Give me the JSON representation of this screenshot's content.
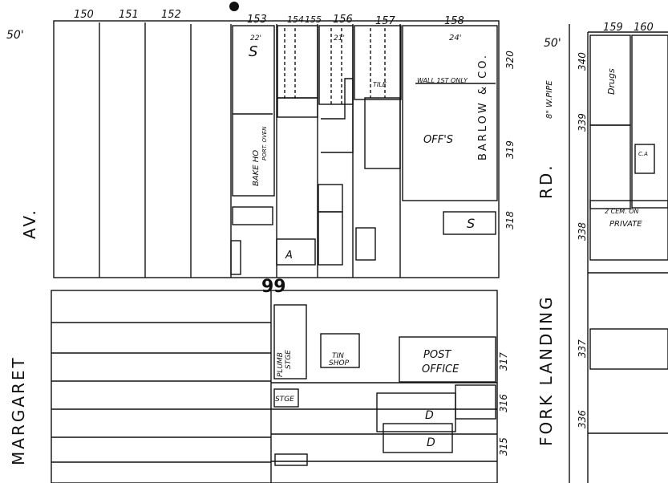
{
  "streets": {
    "left_av": "AV.",
    "margaret": "MARGARET",
    "road_rd": "RD.",
    "fork_landing": "FORK LANDING"
  },
  "block": {
    "number": "99"
  },
  "widths": {
    "left": "50'",
    "right": "50'"
  },
  "lots_top": {
    "l150": "150",
    "l151": "151",
    "l152": "152",
    "l153": "153",
    "l154": "154",
    "l155": "155",
    "l156": "156",
    "l157": "157",
    "l158": "158",
    "l159": "159",
    "l160": "160"
  },
  "address": {
    "a320": "320",
    "a319": "319",
    "a318": "318",
    "a317": "317",
    "a316": "316",
    "a315": "315",
    "a340": "340",
    "a339": "339",
    "a338": "338",
    "a337": "337",
    "a336": "336"
  },
  "labels": {
    "barlow": "BARLOW & CO.",
    "offs": "OFF'S",
    "wall": "WALL 1ST ONLY",
    "tile": "TILE",
    "bake": "BAKE HO",
    "oven": "PORT. OVEN",
    "post_office_1": "POST",
    "post_office_2": "OFFICE",
    "tin_shop_1": "TIN",
    "tin_shop_2": "SHOP",
    "plumb": "PLUMB",
    "stge": "STGE",
    "stge2": "STGE",
    "drugs": "Drugs",
    "cem": "2 CEM. ON",
    "private": "PRIVATE",
    "pipe": "8\" W.PIPE",
    "dim_24": "24'",
    "dim_22": "22'",
    "dim_21": "21'",
    "s_mark": "S",
    "a_mark": "A",
    "d_mark": "D",
    "ca": "C.A"
  },
  "colors": {
    "ink": "#111111",
    "paper": "#ffffff"
  }
}
